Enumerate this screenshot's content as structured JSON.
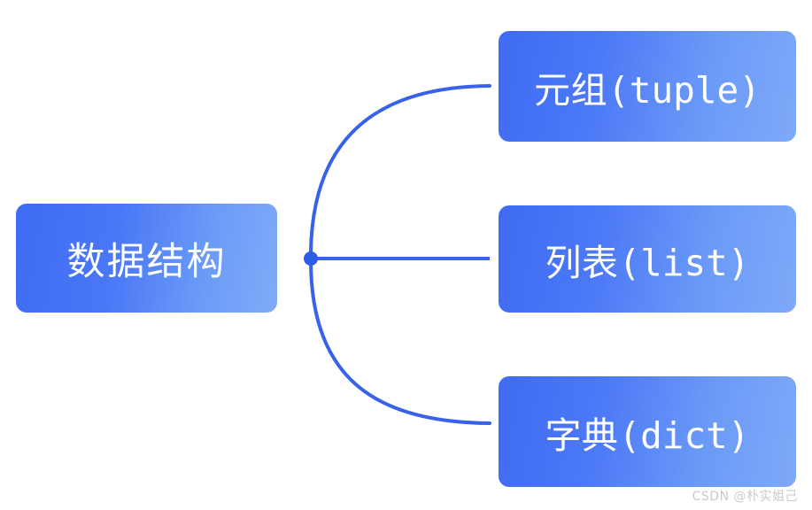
{
  "diagram": {
    "type": "mindmap",
    "title": "数据结构",
    "root": {
      "label_cjk": "数据结构",
      "label_latin": "",
      "fill_start": "#3f6bf5",
      "fill_end": "#80abf9"
    },
    "junction": {
      "name": "branch-junction-dot",
      "color": "#2f5ce8"
    },
    "connector": {
      "color": "#3862ea",
      "width": 4
    },
    "children": [
      {
        "id": "tuple",
        "label_cjk": "元组",
        "label_latin": "(tuple)",
        "fill_start": "#3f6bf5",
        "fill_end": "#7fa9f9"
      },
      {
        "id": "list",
        "label_cjk": "列表",
        "label_latin": "(list)",
        "fill_start": "#3f6bf5",
        "fill_end": "#7fa9f9"
      },
      {
        "id": "dict",
        "label_cjk": "字典",
        "label_latin": "(dict)",
        "fill_start": "#3f6bf5",
        "fill_end": "#7fa9f9"
      }
    ]
  },
  "watermark": {
    "text": "CSDN @朴实姐己"
  }
}
